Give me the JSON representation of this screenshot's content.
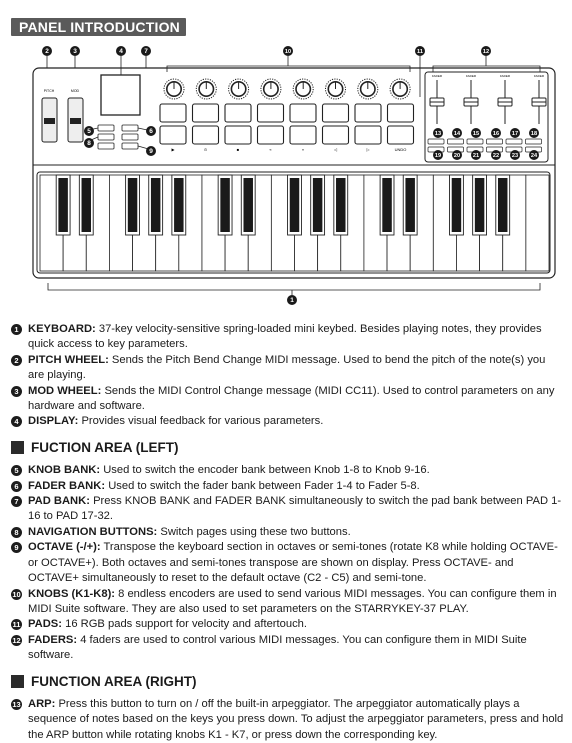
{
  "title": "PANEL INTRODUCTION",
  "diagram": {
    "callouts": {
      "c1": "1",
      "c2": "2",
      "c3": "3",
      "c4": "4",
      "c5": "5",
      "c6": "6",
      "c7": "7",
      "c8": "8",
      "c9": "9",
      "c10": "10",
      "c11": "11",
      "c12": "12",
      "c13": "13",
      "c14": "14",
      "c15": "15",
      "c16": "16",
      "c17": "17",
      "c18": "18",
      "c19": "19",
      "c20": "20",
      "c21": "21",
      "c22": "22",
      "c23": "23",
      "c24": "24"
    },
    "wheel_labels": {
      "pitch": "PITCH",
      "mod": "MOD"
    },
    "pad_labels": [
      "▶",
      "⊙",
      "■",
      "«",
      "»",
      "◁",
      "▷",
      "UNDO"
    ],
    "fader_labels": [
      "FADER",
      "FADER",
      "FADER",
      "FADER"
    ]
  },
  "items_top": [
    {
      "n": "1",
      "label": "KEYBOARD:",
      "text": "37-key velocity-sensitive spring-loaded mini keybed. Besides playing notes, they provides quick access to key parameters."
    },
    {
      "n": "2",
      "label": "PITCH WHEEL:",
      "text": "Sends the Pitch Bend Change MIDI message. Used to bend the pitch of the note(s) you are playing."
    },
    {
      "n": "3",
      "label": "MOD WHEEL:",
      "text": "Sends the MIDI Control Change message (MIDI CC11). Used to control parameters on any hardware and software."
    },
    {
      "n": "4",
      "label": "DISPLAY:",
      "text": "Provides visual feedback for various parameters."
    }
  ],
  "section_left": "FUCTION AREA (LEFT)",
  "items_left": [
    {
      "n": "5",
      "label": "KNOB BANK:",
      "text": "Used to switch the encoder bank between Knob 1-8 to Knob 9-16."
    },
    {
      "n": "6",
      "label": "FADER BANK:",
      "text": "Used to switch the fader bank between Fader 1-4 to Fader 5-8."
    },
    {
      "n": "7",
      "label": "PAD BANK:",
      "text": "Press KNOB BANK and FADER BANK simultaneously to switch the pad bank between PAD 1-16 to PAD 17-32."
    },
    {
      "n": "8",
      "label": "NAVIGATION BUTTONS:",
      "text": "Switch pages using these two buttons."
    },
    {
      "n": "9",
      "label": "OCTAVE (-/+):",
      "text": "Transpose the keyboard section in octaves or semi-tones (rotate K8 while holding OCTAVE- or OCTAVE+). Both octaves and semi-tones transpose are shown on display. Press OCTAVE- and OCTAVE+ simultaneously to reset to the default octave (C2 - C5) and semi-tone."
    },
    {
      "n": "10",
      "label": "KNOBS (K1-K8):",
      "text": "8 endless encoders are used to send various MIDI messages. You can configure them in MIDI Suite software. They are also used to set parameters on the STARRYKEY-37 PLAY."
    },
    {
      "n": "11",
      "label": "PADS:",
      "text": "16 RGB pads support for velocity and aftertouch."
    },
    {
      "n": "12",
      "label": "FADERS:",
      "text": "4 faders are used to control various MIDI messages. You can configure them in MIDI Suite software."
    }
  ],
  "section_right": "FUNCTION AREA (RIGHT)",
  "items_right": [
    {
      "n": "13",
      "label": "ARP:",
      "text": "Press this button to turn on / off the built-in arpeggiator. The arpeggiator automatically plays a sequence of notes based on the keys you press down. To adjust the arpeggiator parameters, press and hold the ARP button while rotating knobs K1 - K7, or press down the corresponding key."
    }
  ]
}
